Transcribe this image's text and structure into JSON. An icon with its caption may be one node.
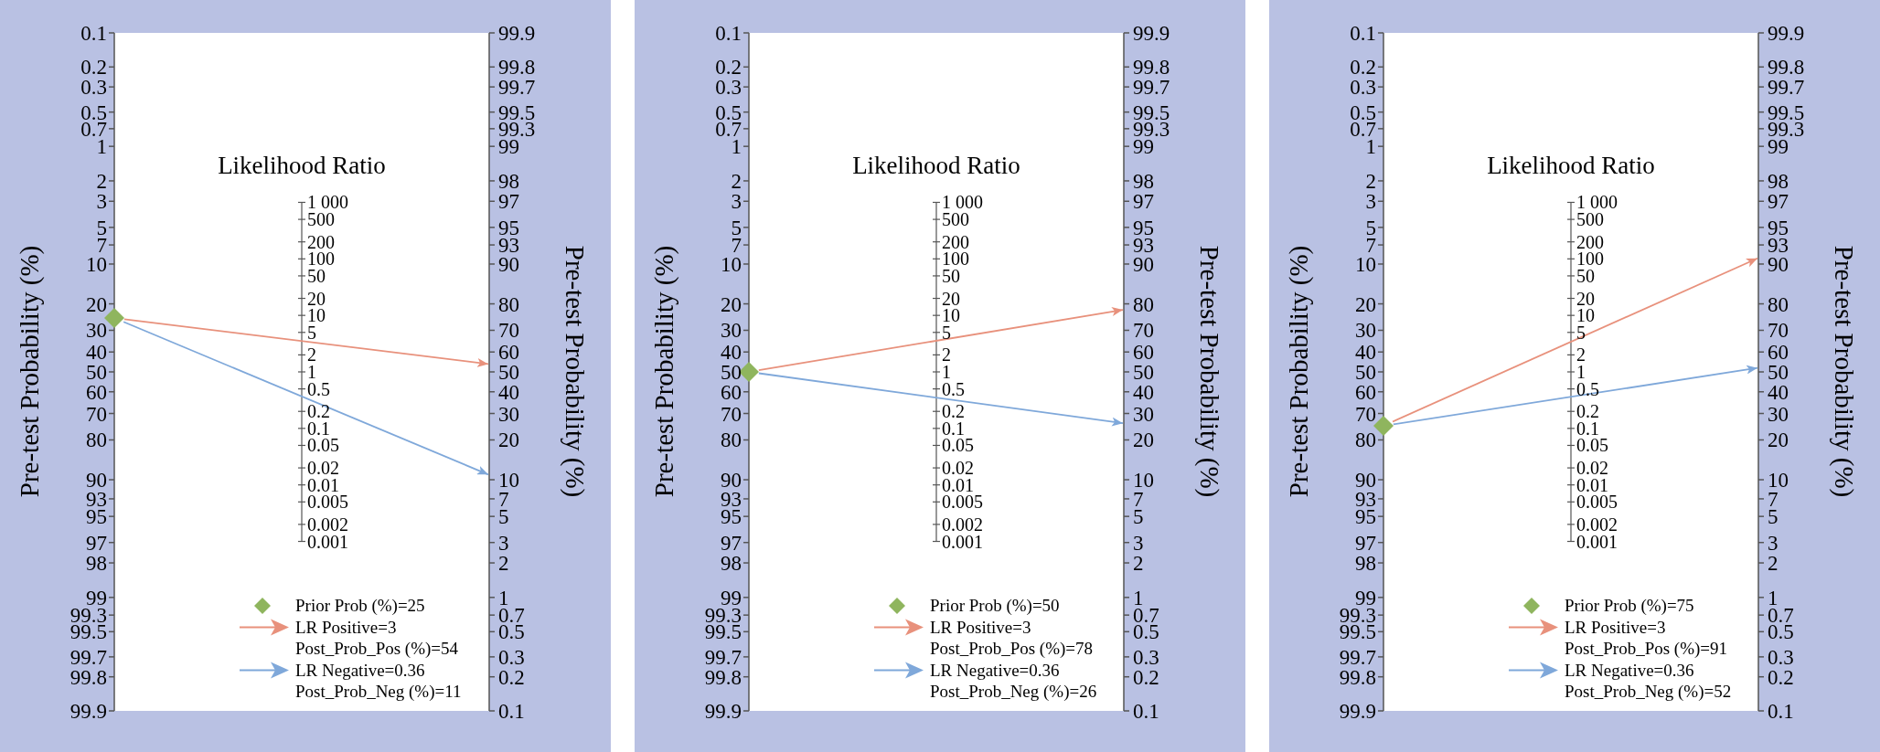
{
  "diagram": {
    "nodes": [
      {
        "text": [
          "Pre-test Probability (%)",
          "Likelihood Ratio",
          "Pre-test Probability (%)"
        ]
      },
      {
        "text": [],
        "shape": "diamond",
        "in": 0
      },
      {
        "text": [],
        "shape": "bar",
        "in": 0
      },
      {
        "text": [
          "Pre-test Probability (%)",
          "Likelihood Ratio",
          "Pre-test Probability (%)"
        ]
      },
      {
        "text": [],
        "shape": "diamond",
        "in": 3
      },
      {
        "text": [],
        "shape": "bar",
        "in": 3
      },
      {
        "text": [
          "Pre-test Probability (%)",
          "Likelihood Ratio",
          "Pre-test Probability (%)"
        ]
      },
      {
        "text": [],
        "shape": "diamond",
        "in": 6
      },
      {
        "text": [],
        "shape": "bar",
        "in": 6
      }
    ],
    "edges": [
      {
        "from": 1,
        "to": 2,
        "arrow": "to",
        "color": "#e8917c"
      },
      {
        "from": 1,
        "to": 2,
        "arrow": "to",
        "color": "#7fa8da"
      },
      {
        "from": 4,
        "to": 5,
        "arrow": "to",
        "color": "#e8917c"
      },
      {
        "from": 4,
        "to": 5,
        "arrow": "to",
        "color": "#7fa8da"
      },
      {
        "from": 7,
        "to": 8,
        "arrow": "to",
        "color": "#e8917c"
      },
      {
        "from": 7,
        "to": 8,
        "arrow": "to",
        "color": "#7fa8da"
      }
    ],
    "labels": [
      "0.1",
      "0.2",
      "0.3",
      "0.5",
      "0.7",
      "1",
      "2",
      "3",
      "5",
      "7",
      "10",
      "20",
      "30",
      "40",
      "50",
      "60",
      "70",
      "80",
      "90",
      "93",
      "95",
      "97",
      "98",
      "99",
      "99.3",
      "99.5",
      "99.7",
      "99.8",
      "99.9",
      "1 000",
      "500",
      "200",
      "100",
      "50",
      "20",
      "10",
      "5",
      "2",
      "1",
      "0.5",
      "0.2",
      "0.1",
      "0.05",
      "0.02",
      "0.01",
      "0.005",
      "0.002",
      "0.001",
      "99.9",
      "99.8",
      "99.7",
      "99.5",
      "99.3",
      "99",
      "98",
      "97",
      "95",
      "93",
      "90",
      "80",
      "70",
      "60",
      "50",
      "40",
      "30",
      "20",
      "10",
      "7",
      "5",
      "3",
      "2",
      "1",
      "0.7",
      "0.5",
      "0.3",
      "0.2",
      "0.1",
      "0.1",
      "0.2",
      "0.3",
      "0.5",
      "0.7",
      "1",
      "2",
      "3",
      "5",
      "7",
      "10",
      "20",
      "30",
      "40",
      "50",
      "60",
      "70",
      "80",
      "90",
      "93",
      "95",
      "97",
      "98",
      "99",
      "99.3",
      "99.5",
      "99.7",
      "99.8",
      "99.9",
      "1 000",
      "500",
      "200",
      "100",
      "50",
      "20",
      "10",
      "5",
      "2",
      "1",
      "0.5",
      "0.2",
      "0.1",
      "0.05",
      "0.02",
      "0.01",
      "0.005",
      "0.002",
      "0.001",
      "99.9",
      "99.8",
      "99.7",
      "99.5",
      "99.3",
      "99",
      "98",
      "97",
      "95",
      "93",
      "90",
      "80",
      "70",
      "60",
      "50",
      "40",
      "30",
      "20",
      "10",
      "7",
      "5",
      "3",
      "2",
      "1",
      "0.7",
      "0.5",
      "0.3",
      "0.2",
      "0.1",
      "0.1",
      "0.2",
      "0.3",
      "0.5",
      "0.7",
      "1",
      "2",
      "3",
      "5",
      "7",
      "10",
      "20",
      "30",
      "40",
      "50",
      "60",
      "70",
      "80",
      "90",
      "93",
      "95",
      "97",
      "98",
      "99",
      "99.3",
      "99.5",
      "99.7",
      "99.8",
      "99.9",
      "1 000",
      "500",
      "200",
      "100",
      "50",
      "20",
      "10",
      "5",
      "2",
      "1",
      "0.5",
      "0.2",
      "0.1",
      "0.05",
      "0.02",
      "0.01",
      "0.005",
      "0.002",
      "0.001",
      "99.9",
      "99.8",
      "99.7",
      "99.5",
      "99.3",
      "99",
      "98",
      "97",
      "95",
      "93",
      "90",
      "80",
      "70",
      "60",
      "50",
      "40",
      "30",
      "20",
      "10",
      "7",
      "5",
      "3",
      "2",
      "1",
      "0.7",
      "0.5",
      "0.3",
      "0.2",
      "0.1"
    ],
    "legend": [
      {
        "text": "Prior Prob (%)=25"
      },
      {
        "text": "LR Positive=3"
      },
      {
        "text": "Post_Prob_Pos (%)=54"
      },
      {
        "text": "LR Negative=0.36"
      },
      {
        "text": "Post_Prob_Neg (%)=11"
      },
      {
        "text": "Prior Prob (%)=50"
      },
      {
        "text": "LR Positive=3"
      },
      {
        "text": "Post_Prob_Pos (%)=78"
      },
      {
        "text": "LR Negative=0.36"
      },
      {
        "text": "Post_Prob_Neg (%)=26"
      },
      {
        "text": "Prior Prob (%)=75"
      },
      {
        "text": "LR Positive=3"
      },
      {
        "text": "Post_Prob_Pos (%)=91"
      },
      {
        "text": "LR Negative=0.36"
      },
      {
        "text": "Post_Prob_Neg (%)=52"
      }
    ]
  }
}
